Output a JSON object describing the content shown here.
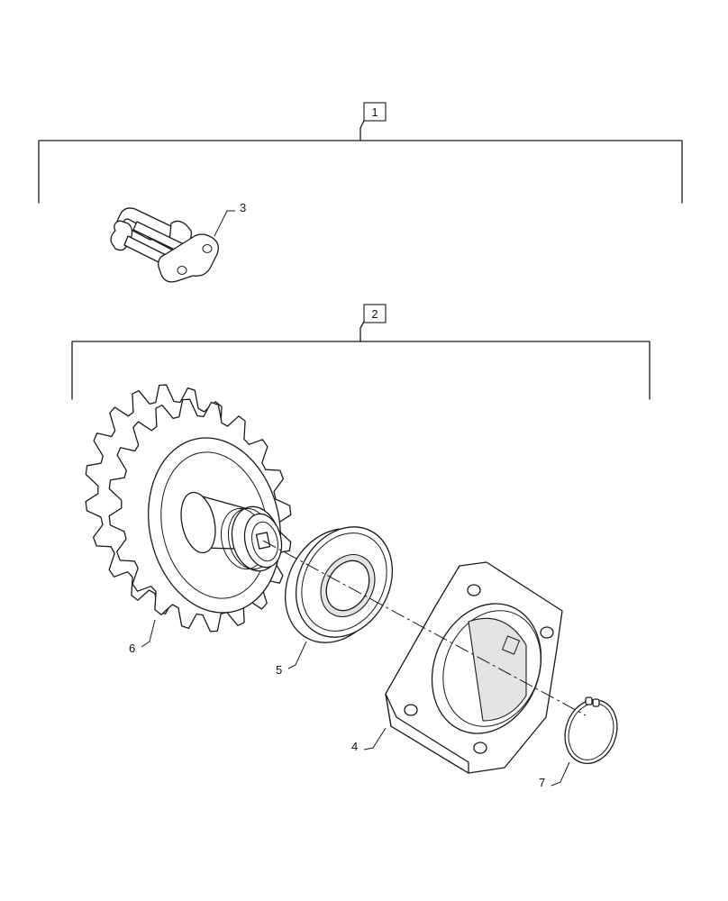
{
  "callouts": {
    "group1": "1",
    "group2": "2",
    "item3": "3",
    "item4": "4",
    "item5": "5",
    "item6": "6",
    "item7": "7"
  },
  "parts": [
    {
      "id": "3",
      "name": "chain-link"
    },
    {
      "id": "4",
      "name": "flange-housing"
    },
    {
      "id": "5",
      "name": "bearing"
    },
    {
      "id": "6",
      "name": "double-sprocket"
    },
    {
      "id": "7",
      "name": "retaining-ring"
    }
  ]
}
